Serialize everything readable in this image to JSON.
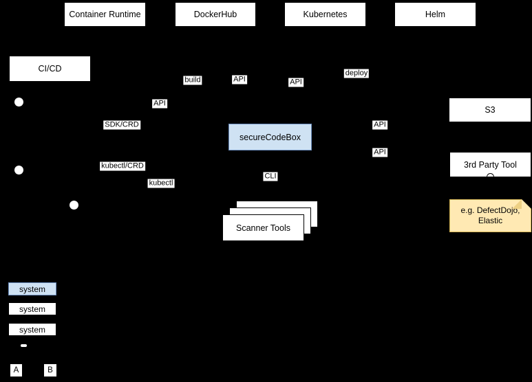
{
  "nodes": {
    "container_runtime": {
      "label": "Container Runtime"
    },
    "dockerhub": {
      "label": "DockerHub"
    },
    "kubernetes": {
      "label": "Kubernetes"
    },
    "helm": {
      "label": "Helm"
    },
    "cicd": {
      "label": "CI/CD"
    },
    "securecodebox": {
      "label": "secureCodeBox"
    },
    "s3": {
      "label": "S3"
    },
    "third_party_tool": {
      "label": "3rd Party Tool"
    },
    "scanner_tools": {
      "label": "Scanner Tools"
    },
    "note": {
      "label": "e.g. DefectDojo, Elastic"
    }
  },
  "edge_labels": {
    "build": "build",
    "api_dockerhub": "API",
    "api_kubernetes": "API",
    "deploy": "deploy",
    "api_cicd": "API",
    "sdk_crd": "SDK/CRD",
    "api_s3": "API",
    "api_third_party": "API",
    "kubectl_crd": "kubectl/CRD",
    "kubectl": "kubectl",
    "cli": "CLI"
  },
  "legend": {
    "items": [
      {
        "label": "system",
        "variant": "highlighted-blue"
      },
      {
        "label": "system",
        "variant": "plain-white"
      },
      {
        "label": "system",
        "variant": "outlined-white"
      }
    ],
    "marker_a": "A",
    "marker_b": "B"
  },
  "colors": {
    "background": "#000000",
    "node_fill": "#ffffff",
    "node_stroke": "#000000",
    "accent_blue_fill": "#cfe2f3",
    "accent_blue_stroke": "#6c8ebf",
    "note_fill": "#ffe9b3",
    "note_stroke": "#d6b656"
  }
}
